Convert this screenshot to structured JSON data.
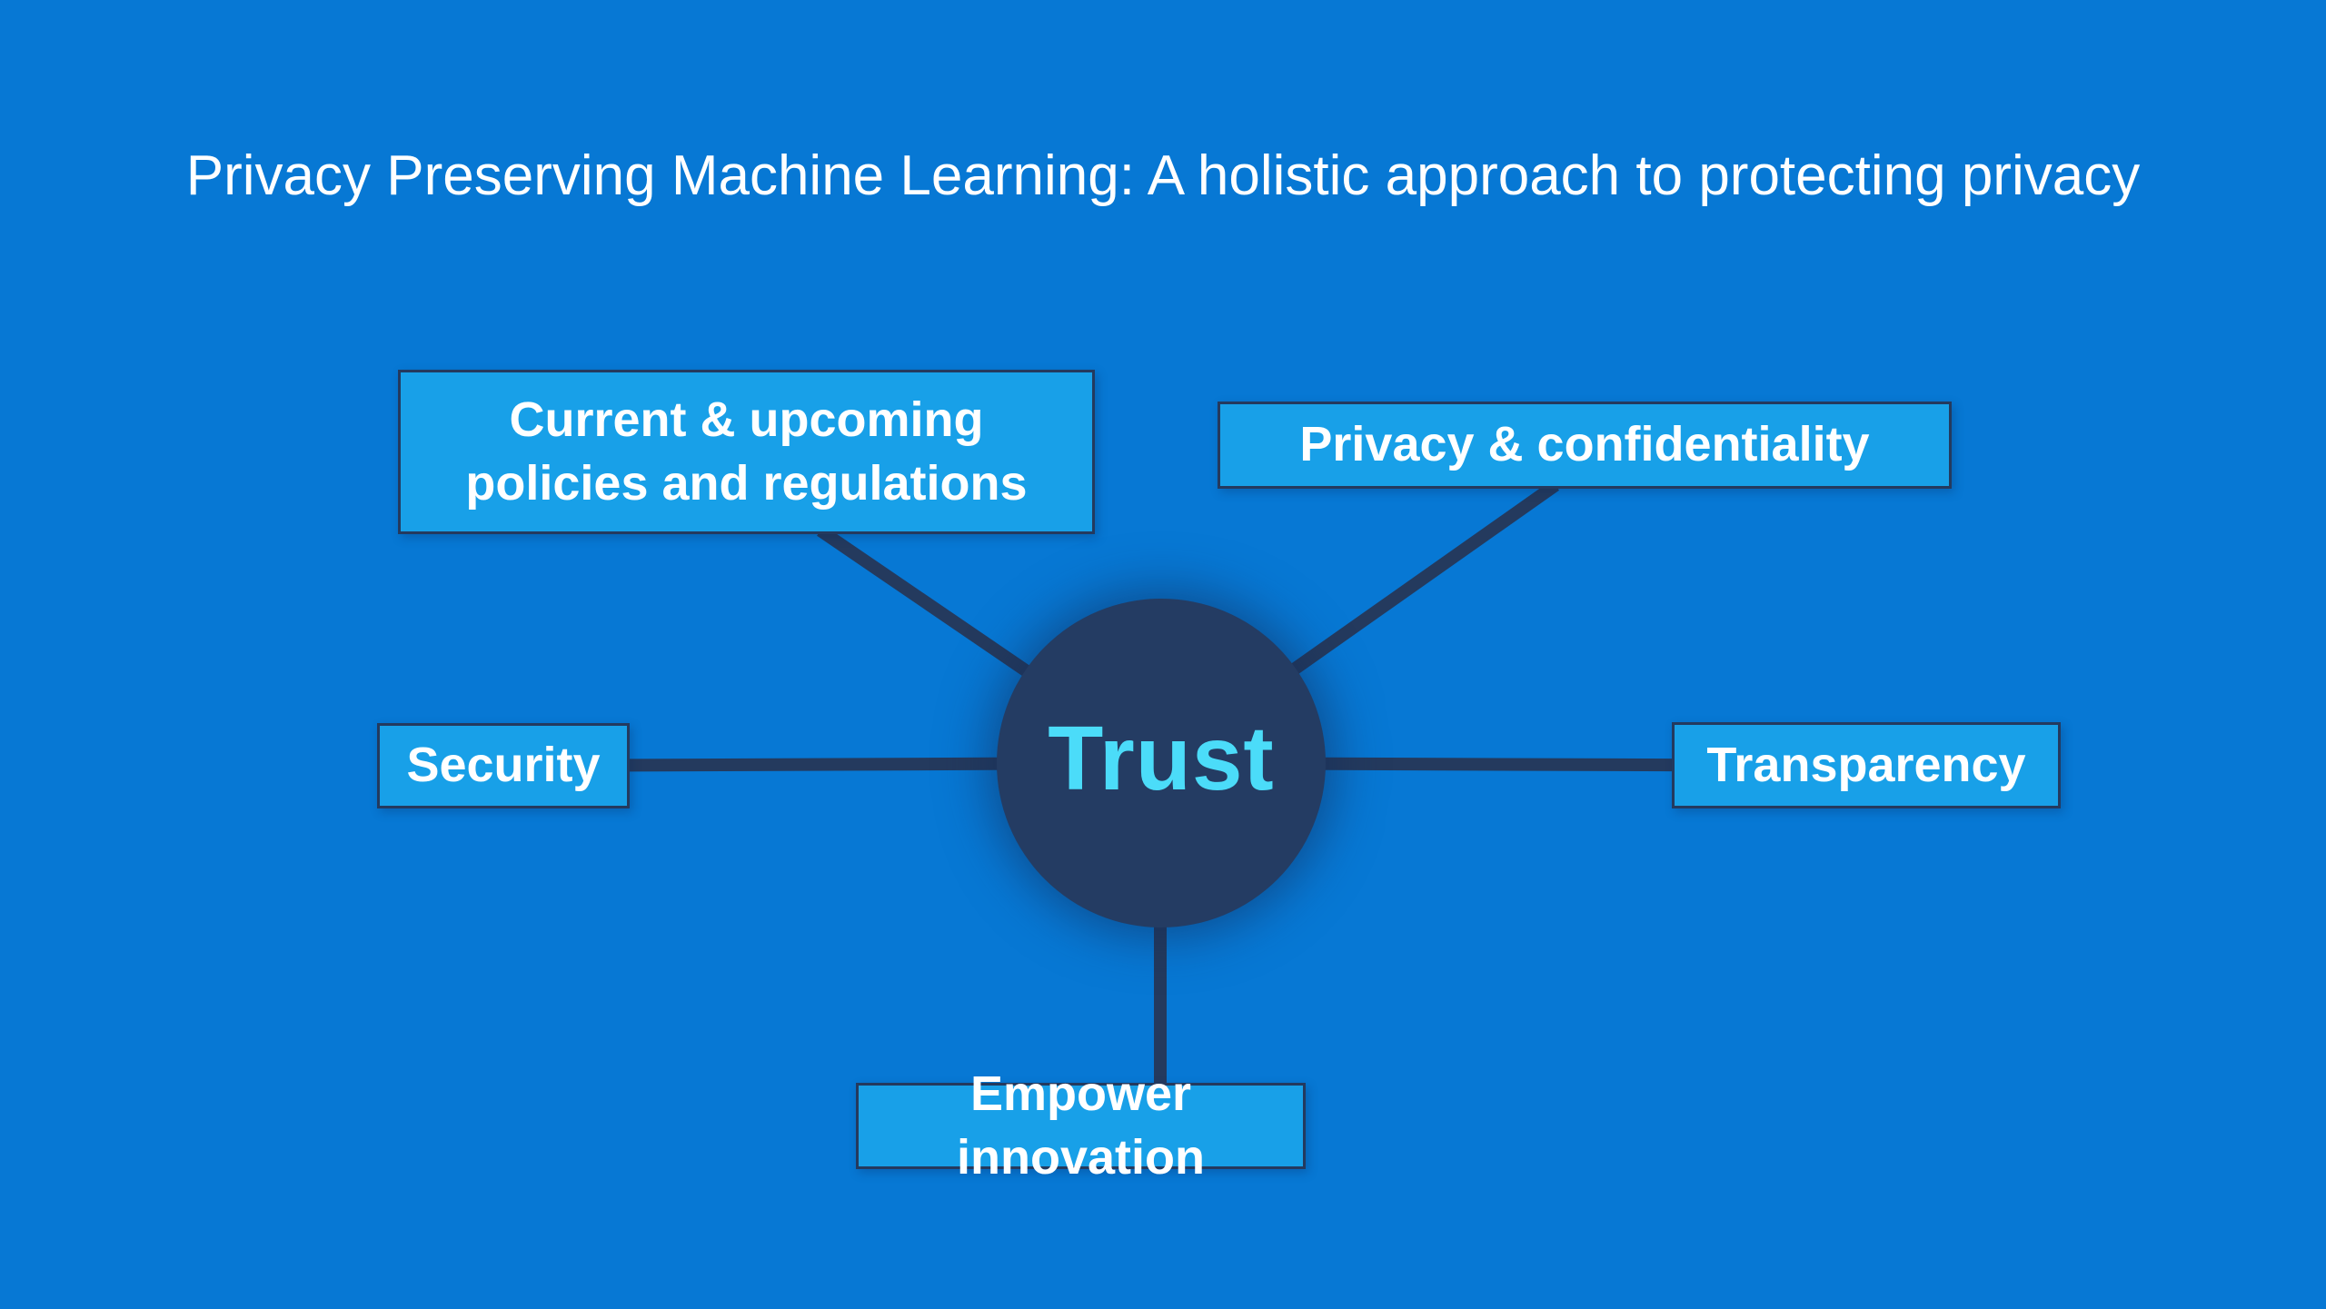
{
  "title": "Privacy Preserving Machine Learning: A holistic approach to protecting privacy",
  "diagram": {
    "center": {
      "label": "Trust"
    },
    "nodes": [
      {
        "id": "policies",
        "label": "Current & upcoming policies and regulations"
      },
      {
        "id": "privacy",
        "label": "Privacy & confidentiality"
      },
      {
        "id": "security",
        "label": "Security"
      },
      {
        "id": "transparency",
        "label": "Transparency"
      },
      {
        "id": "empower",
        "label": "Empower innovation"
      }
    ]
  },
  "colors": {
    "background": "#0778d4",
    "node_fill": "#18a0e8",
    "node_border": "#243a5e",
    "node_text": "#ffffff",
    "hub_fill": "#243c63",
    "hub_text": "#4bdcf9",
    "connector": "#243a5e",
    "title_text": "#ffffff"
  }
}
